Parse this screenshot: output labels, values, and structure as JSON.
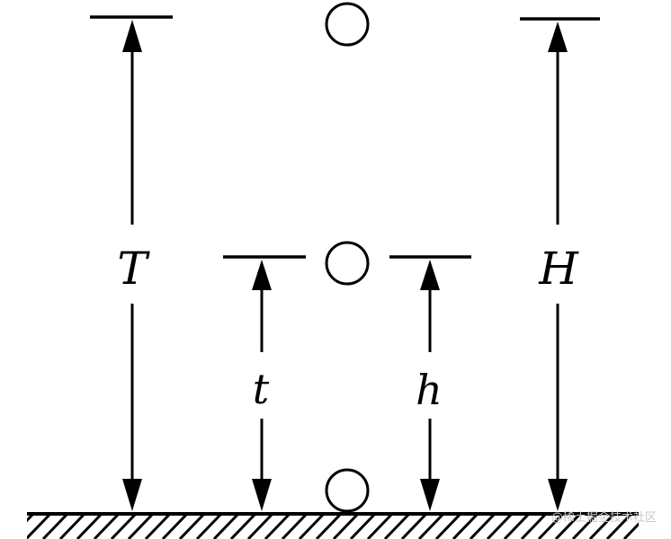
{
  "labels": {
    "T": "T",
    "t": "t",
    "h": "h",
    "H": "H"
  },
  "watermark": "@稀土掘金技术社区",
  "colors": {
    "ink": "#000000",
    "background": "#ffffff",
    "watermark": "#c8c8c8"
  }
}
